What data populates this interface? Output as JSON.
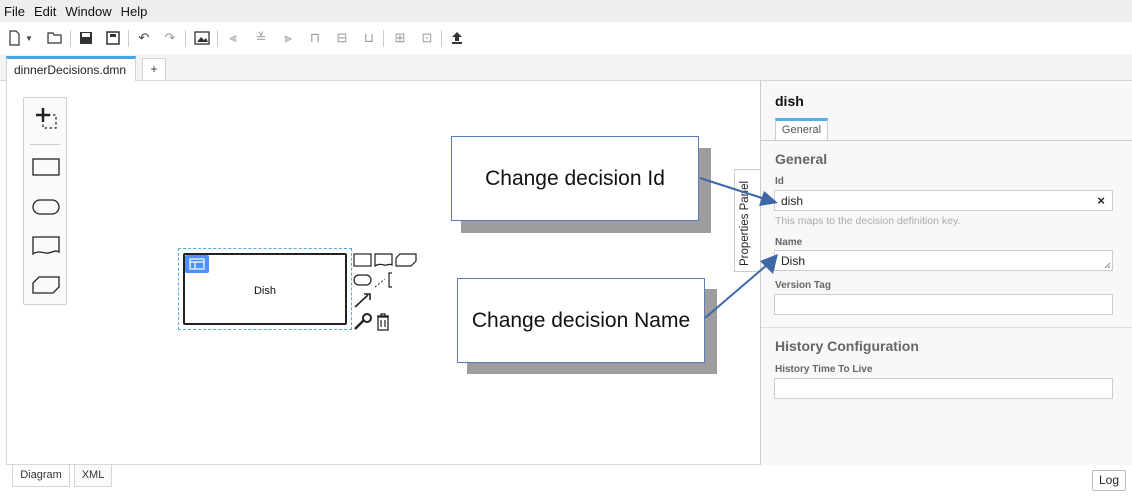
{
  "menu": [
    "File",
    "Edit",
    "Window",
    "Help"
  ],
  "tabs": {
    "file_tab": "dinnerDecisions.dmn",
    "add_tab": "+"
  },
  "decision": {
    "name": "Dish"
  },
  "callouts": {
    "id_callout": "Change decision Id",
    "name_callout": "Change decision Name"
  },
  "properties": {
    "toggle_label": "Properties Panel",
    "title": "dish",
    "tab": "General",
    "general_section": "General",
    "id_label": "Id",
    "id_value": "dish",
    "id_hint": "This maps to the decision definition key.",
    "name_label": "Name",
    "name_value": "Dish",
    "version_label": "Version Tag",
    "version_value": "",
    "history_section": "History Configuration",
    "ttl_label": "History Time To Live",
    "ttl_value": ""
  },
  "bottom": {
    "diagram_tab": "Diagram",
    "xml_tab": "XML",
    "log_button": "Log"
  },
  "colors": {
    "accent": "#45a5e6",
    "callout_border": "#5a7fb5",
    "arrow": "#3d68a8",
    "table_marker": "#4d90fe"
  },
  "icons": {
    "toolbar": [
      "new-file-icon",
      "open-folder-icon",
      "save-icon",
      "save-as-icon",
      "undo-icon",
      "redo-icon",
      "export-image-icon",
      "align-left-icon",
      "align-center-icon",
      "align-right-icon",
      "align-top-icon",
      "align-middle-icon",
      "align-bottom-icon",
      "distribute-horizontal-icon",
      "distribute-vertical-icon",
      "deploy-icon"
    ],
    "palette": [
      "lasso-tool-icon",
      "decision-icon",
      "input-data-icon",
      "knowledge-source-icon",
      "business-knowledge-model-icon"
    ]
  }
}
